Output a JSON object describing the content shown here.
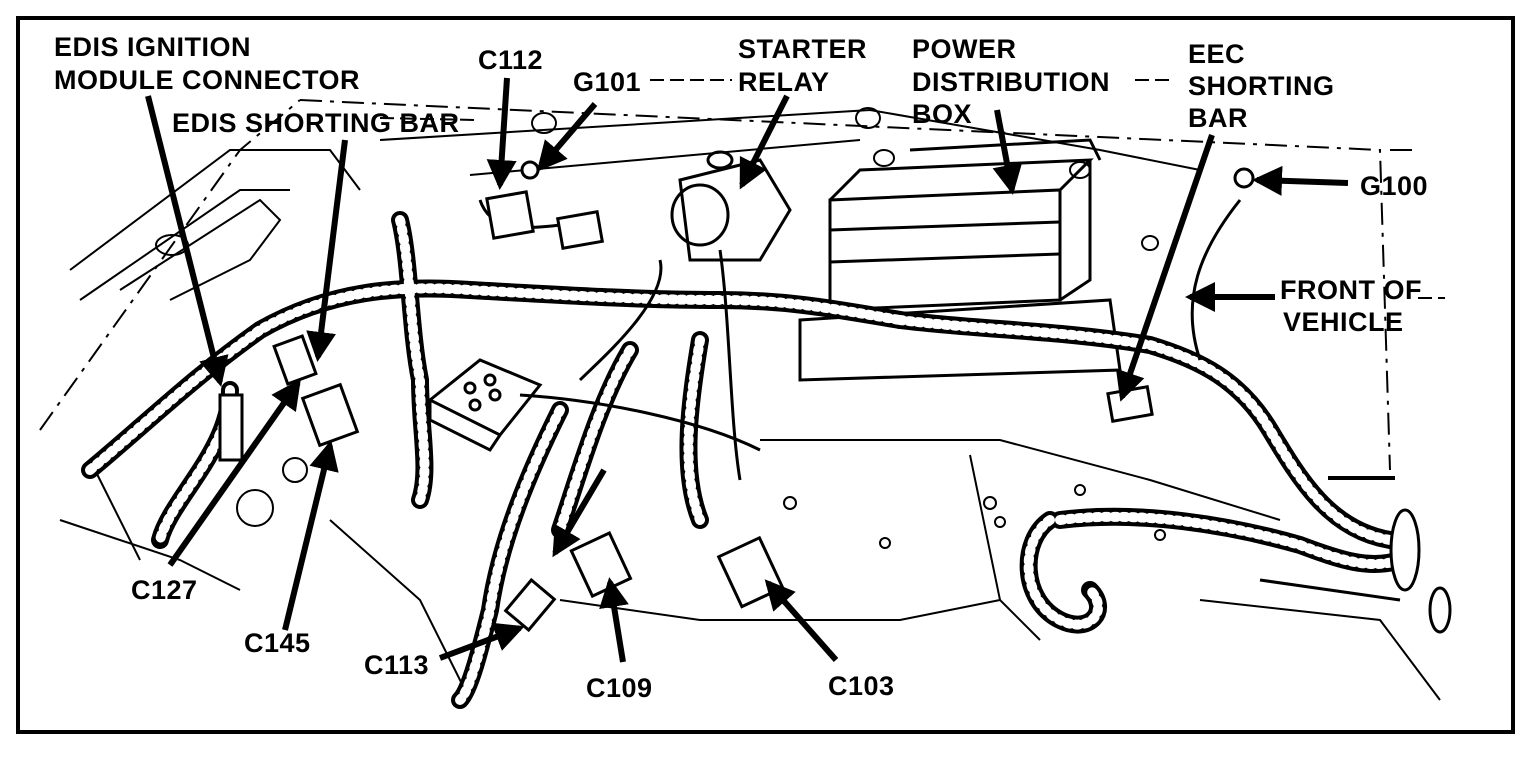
{
  "labels": {
    "edis_module_1": "EDIS IGNITION",
    "edis_module_2": "MODULE CONNECTOR",
    "edis_bar": "EDIS SHORTING BAR",
    "c112": "C112",
    "g101": "G101",
    "starter_1": "STARTER",
    "starter_2": "RELAY",
    "power_1": "POWER",
    "power_2": "DISTRIBUTION",
    "power_3": "BOX",
    "eec_1": "EEC",
    "eec_2": "SHORTING",
    "eec_3": "BAR",
    "g100": "G100",
    "front_1": "FRONT OF",
    "front_2": "VEHICLE",
    "c127": "C127",
    "c145": "C145",
    "c113": "C113",
    "c109": "C109",
    "c103": "C103"
  },
  "colors": {
    "ink": "#000000",
    "paper": "#ffffff"
  }
}
